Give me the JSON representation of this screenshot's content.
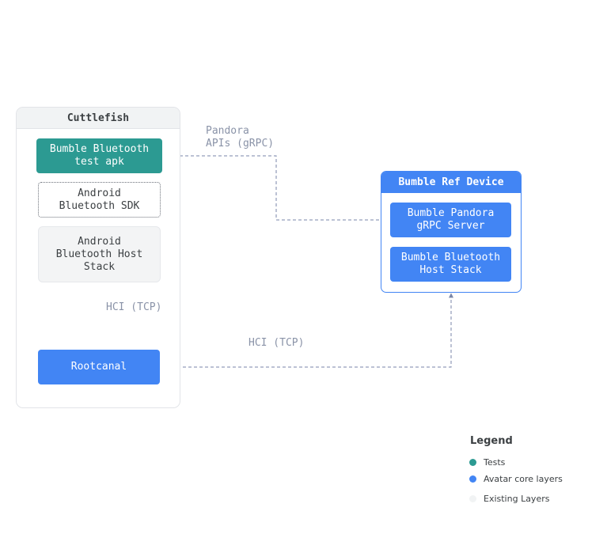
{
  "cuttlefish": {
    "title": "Cuttlefish",
    "test_apk": "Bumble Bluetooth\ntest apk",
    "sdk": "Android\nBluetooth SDK",
    "host_stack": "Android\nBluetooth Host\nStack",
    "rootcanal": "Rootcanal"
  },
  "ref_device": {
    "title": "Bumble Ref Device",
    "pandora_server": "Bumble Pandora\ngRPC Server",
    "host_stack": "Bumble Bluetooth\nHost Stack"
  },
  "labels": {
    "pandora_apis": "Pandora\nAPIs (gRPC)",
    "hci_internal": "HCI (TCP)",
    "hci_external": "HCI (TCP)"
  },
  "legend": {
    "title": "Legend",
    "items": [
      {
        "label": "Tests",
        "color": "#2c9a92"
      },
      {
        "label": "Avatar core layers",
        "color": "#4285f4"
      },
      {
        "label": "Existing Layers",
        "color": "#f1f3f4"
      }
    ]
  },
  "colors": {
    "connector": "#7a86a8",
    "teal": "#2c9a92",
    "blue": "#4285f4"
  }
}
